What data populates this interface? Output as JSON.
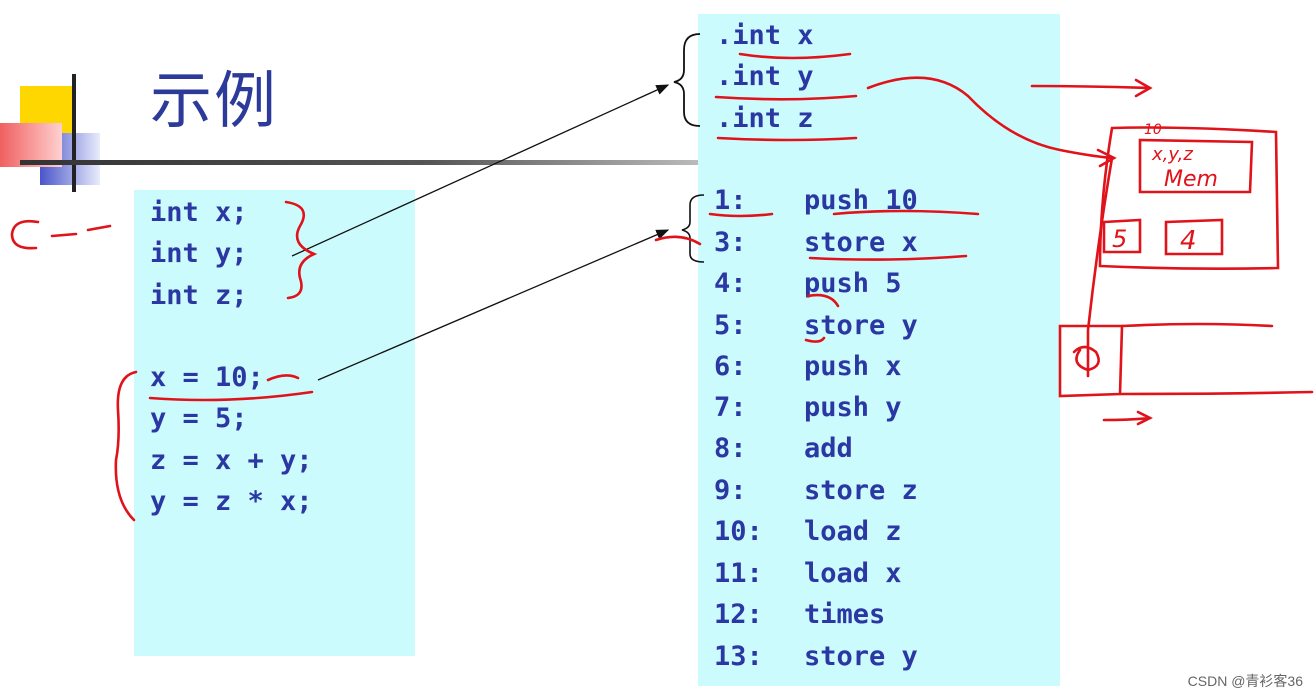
{
  "slide": {
    "title": "示例"
  },
  "source_code": {
    "lines": [
      "int x;",
      "int y;",
      "int z;",
      "",
      "x = 10;",
      "y = 5;",
      "z = x + y;",
      "y = z * x;"
    ]
  },
  "declarations": {
    "lines": [
      ".int x",
      ".int y",
      ".int z"
    ]
  },
  "instructions": [
    {
      "label": "1:",
      "op": "push 10"
    },
    {
      "label": "3:",
      "op": "store x"
    },
    {
      "label": "4:",
      "op": "push 5"
    },
    {
      "label": "5:",
      "op": "store y"
    },
    {
      "label": "6:",
      "op": "push x"
    },
    {
      "label": "7:",
      "op": "push y"
    },
    {
      "label": "8:",
      "op": "add"
    },
    {
      "label": "9:",
      "op": "store z"
    },
    {
      "label": "10:",
      "op": "load z"
    },
    {
      "label": "11:",
      "op": "load x"
    },
    {
      "label": "12:",
      "op": "times"
    },
    {
      "label": "13:",
      "op": "store y"
    }
  ],
  "annotations": {
    "left_mark": "C - -",
    "mem_label": "Mem",
    "mem_vars": "x,y,z",
    "mem_value_top": "10",
    "box_left_value": "5",
    "box_right_value": "4"
  },
  "watermark": "CSDN @青衫客36",
  "colors": {
    "code_text": "#2b37a2",
    "panel_bg": "#cbfbfd",
    "ink": "#e0121a",
    "title": "#2c3a9a"
  }
}
